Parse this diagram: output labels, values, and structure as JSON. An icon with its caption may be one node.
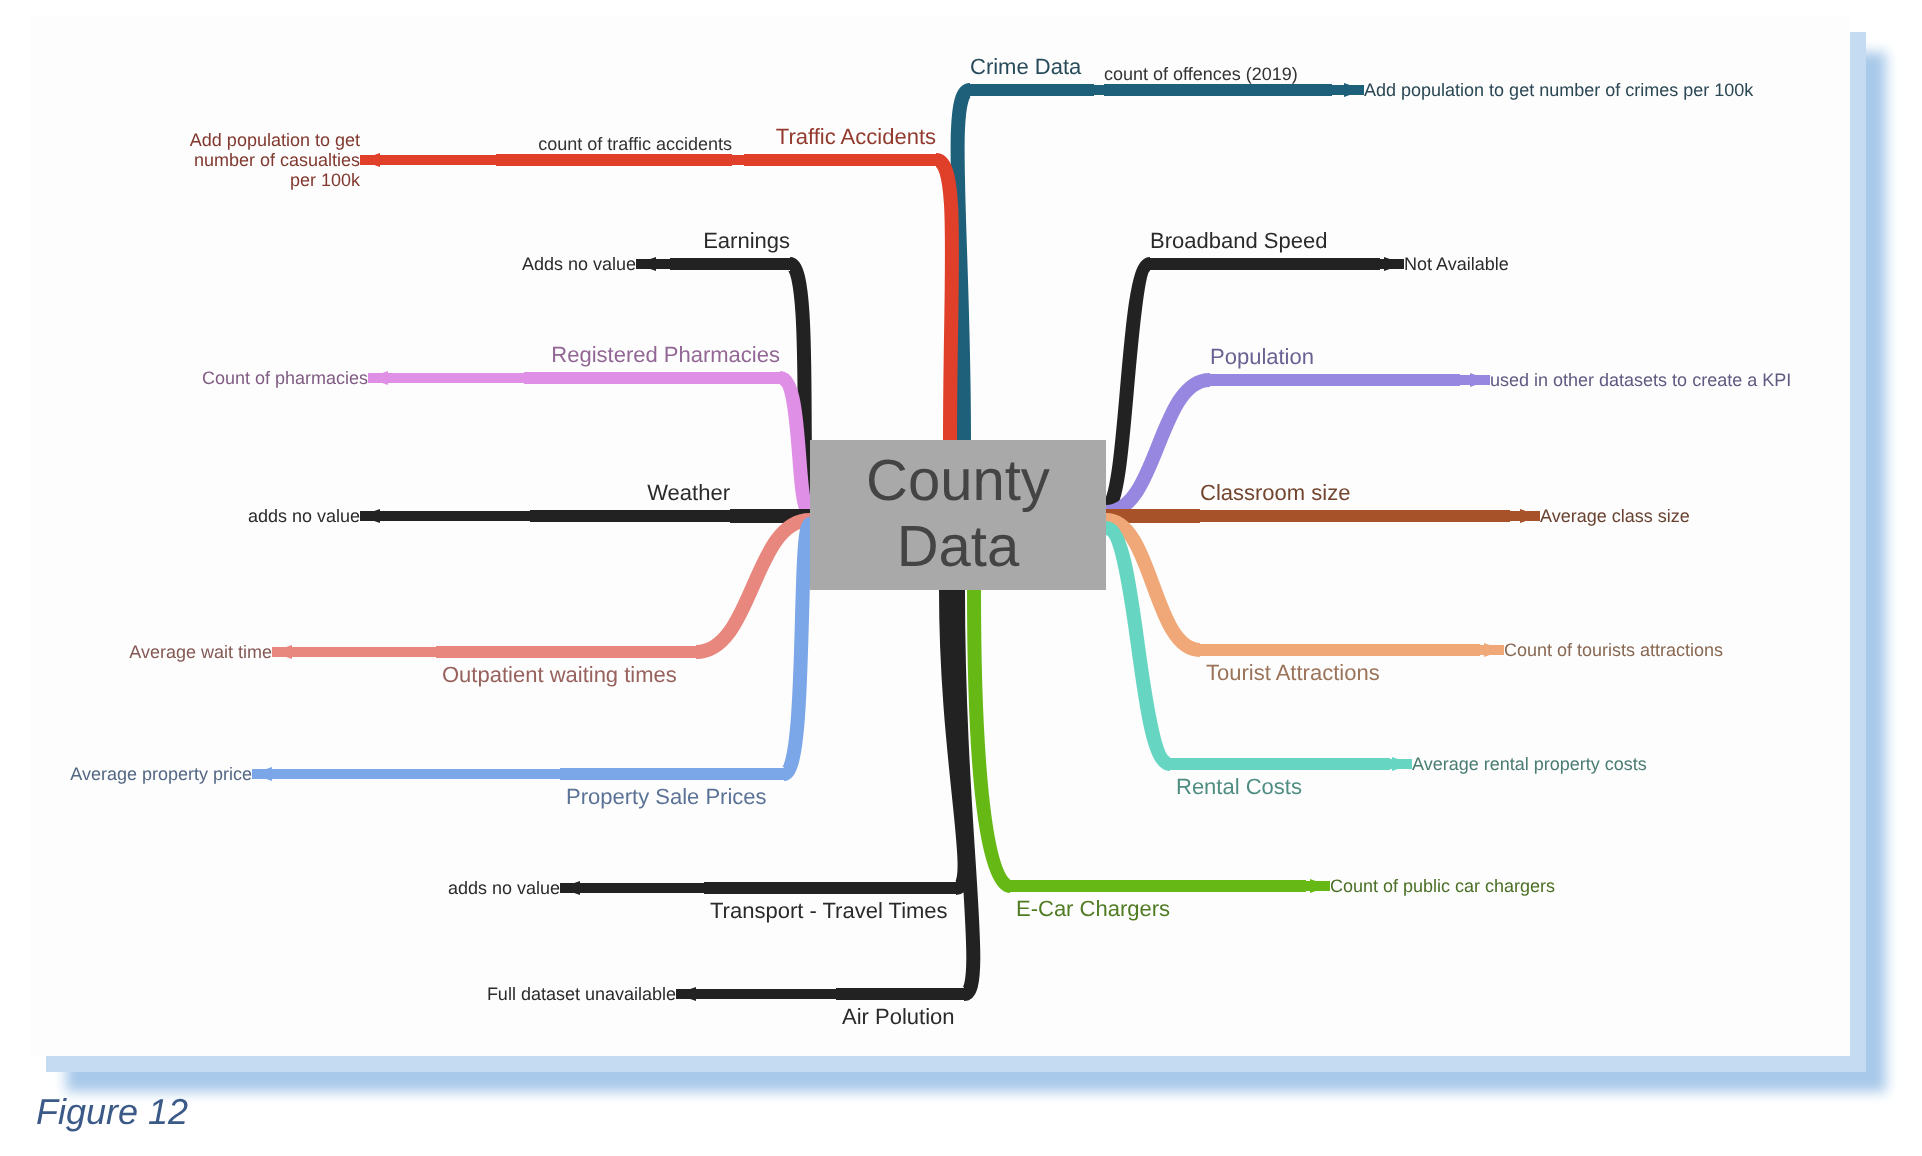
{
  "diagram": {
    "caption": "Figure 12",
    "nodes": [
      {
        "text": [
          "County Data"
        ]
      },
      {
        "text": [
          "Crime Data"
        ]
      },
      {
        "text": [
          "count of offences (2019)"
        ]
      },
      {
        "text": [
          "Add population to get number of crimes per 100k"
        ]
      },
      {
        "text": [
          "Traffic Accidents"
        ]
      },
      {
        "text": [
          "count of traffic accidents"
        ]
      },
      {
        "text": [
          "Add population to get number of casualties per 100k"
        ]
      },
      {
        "text": [
          "Earnings"
        ]
      },
      {
        "text": [
          "Adds no value"
        ]
      },
      {
        "text": [
          "Broadband Speed"
        ]
      },
      {
        "text": [
          "Not Available"
        ]
      },
      {
        "text": [
          "Registered Pharmacies"
        ]
      },
      {
        "text": [
          "Count of pharmacies"
        ]
      },
      {
        "text": [
          "Population"
        ]
      },
      {
        "text": [
          "used in other datasets to create a KPI"
        ]
      },
      {
        "text": [
          "Weather"
        ]
      },
      {
        "text": [
          "adds no value"
        ]
      },
      {
        "text": [
          "Classroom size"
        ]
      },
      {
        "text": [
          "Average class size"
        ]
      },
      {
        "text": [
          "Outpatient waiting times"
        ]
      },
      {
        "text": [
          "Average wait time"
        ]
      },
      {
        "text": [
          "Tourist Attractions"
        ]
      },
      {
        "text": [
          "Count of tourists attractions"
        ]
      },
      {
        "text": [
          "Property Sale Prices"
        ]
      },
      {
        "text": [
          "Average property price"
        ]
      },
      {
        "text": [
          "Rental Costs"
        ]
      },
      {
        "text": [
          "Average rental property costs"
        ]
      },
      {
        "text": [
          "Transport - Travel Times"
        ]
      },
      {
        "text": [
          "adds no value"
        ]
      },
      {
        "text": [
          "E-Car Chargers"
        ]
      },
      {
        "text": [
          "Count of public car chargers"
        ]
      },
      {
        "text": [
          "Air Polution"
        ]
      },
      {
        "text": [
          "Full dataset unavailable"
        ]
      }
    ],
    "edges": [
      {
        "from": 0,
        "to": 1,
        "arrow": "none",
        "color": "#1e5f7a"
      },
      {
        "from": 1,
        "to": 2,
        "arrow": "none",
        "color": "#1e5f7a"
      },
      {
        "from": 2,
        "to": 3,
        "arrow": "to",
        "color": "#1e5f7a"
      },
      {
        "from": 0,
        "to": 4,
        "arrow": "none",
        "color": "#e0402a"
      },
      {
        "from": 4,
        "to": 5,
        "arrow": "none",
        "color": "#e0402a"
      },
      {
        "from": 5,
        "to": 6,
        "arrow": "to",
        "color": "#e0402a"
      },
      {
        "from": 0,
        "to": 7,
        "arrow": "none"
      },
      {
        "from": 7,
        "to": 8,
        "arrow": "to"
      },
      {
        "from": 0,
        "to": 9,
        "arrow": "none"
      },
      {
        "from": 9,
        "to": 10,
        "arrow": "to"
      },
      {
        "from": 0,
        "to": 11,
        "arrow": "none",
        "color": "#df8fe6"
      },
      {
        "from": 11,
        "to": 12,
        "arrow": "to",
        "color": "#df8fe6"
      },
      {
        "from": 0,
        "to": 13,
        "arrow": "none",
        "color": "#9787e0"
      },
      {
        "from": 13,
        "to": 14,
        "arrow": "to",
        "color": "#9787e0"
      },
      {
        "from": 0,
        "to": 15,
        "arrow": "none"
      },
      {
        "from": 15,
        "to": 16,
        "arrow": "to"
      },
      {
        "from": 0,
        "to": 17,
        "arrow": "none",
        "color": "#a8522a"
      },
      {
        "from": 17,
        "to": 18,
        "arrow": "to",
        "color": "#a8522a"
      },
      {
        "from": 0,
        "to": 19,
        "arrow": "none",
        "color": "#e8877e"
      },
      {
        "from": 19,
        "to": 20,
        "arrow": "to",
        "color": "#e8877e"
      },
      {
        "from": 0,
        "to": 21,
        "arrow": "none",
        "color": "#f0a878"
      },
      {
        "from": 21,
        "to": 22,
        "arrow": "to",
        "color": "#f0a878"
      },
      {
        "from": 0,
        "to": 23,
        "arrow": "none",
        "color": "#7ba6e8"
      },
      {
        "from": 23,
        "to": 24,
        "arrow": "to",
        "color": "#7ba6e8"
      },
      {
        "from": 0,
        "to": 25,
        "arrow": "none",
        "color": "#66d6c2"
      },
      {
        "from": 25,
        "to": 26,
        "arrow": "to",
        "color": "#66d6c2"
      },
      {
        "from": 0,
        "to": 27,
        "arrow": "none"
      },
      {
        "from": 27,
        "to": 28,
        "arrow": "to"
      },
      {
        "from": 0,
        "to": 29,
        "arrow": "none",
        "color": "#66b814"
      },
      {
        "from": 29,
        "to": 30,
        "arrow": "to",
        "color": "#66b814"
      },
      {
        "from": 0,
        "to": 31,
        "arrow": "none"
      },
      {
        "from": 31,
        "to": 32,
        "arrow": "to"
      }
    ]
  }
}
